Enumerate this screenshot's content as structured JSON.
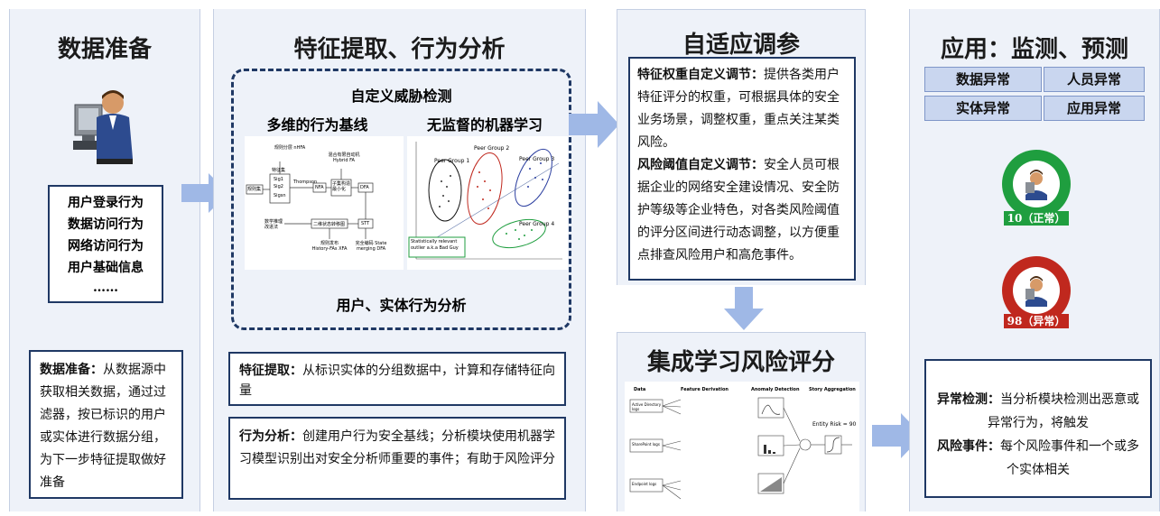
{
  "panel1": {
    "title": "数据准备",
    "list": [
      "用户登录行为",
      "数据访问行为",
      "网络访问行为",
      "用户基础信息",
      "……"
    ],
    "desc_bold": "数据准备：",
    "desc": "从数据源中获取相关数据，通过过滤器，按已标识的用户或实体进行数据分组，为下一步特征提取做好准备"
  },
  "panel2": {
    "title": "特征提取、行为分析",
    "dashed_title": "自定义威胁检测",
    "left_sub": "多维的行为基线",
    "right_sub": "无监督的机器学习",
    "bottom_label": "用户、实体行为分析",
    "flow_nodes": [
      "规则分层 nHFA",
      "特征集",
      "Sig1",
      "Sig2",
      "Sigsn",
      "规则集",
      "Thompson",
      "NFA",
      "子集构造 最小化",
      "DFA",
      "混合有限自动机 Hybrid FA",
      "数学推理 改进法",
      "二维状态转移图",
      "STT",
      "规则发布 History-FAs XFA",
      "完全编码 State merging DFA"
    ],
    "scatter_groups": [
      "Peer Group 1",
      "Peer Group 2",
      "Peer Group 3",
      "Peer Group 4"
    ],
    "outlier_note": "Statistically relevant outlier a.k.a Bad Guy",
    "feature_bold": "特征提取：",
    "feature_text": "从标识实体的分组数据中，计算和存储特征向量",
    "behavior_bold": "行为分析：",
    "behavior_text": "创建用户行为安全基线；分析模块使用机器学习模型识别出对安全分析师重要的事件；有助于风险评分"
  },
  "panel3": {
    "title": "自适应调参",
    "weight_bold": "特征权重自定义调节：",
    "weight_text": "提供各类用户特征评分的权重，可根据具体的安全业务场景，调整权重，重点关注某类风险。",
    "threshold_bold": "风险阈值自定义调节：",
    "threshold_text": "安全人员可根据企业的网络安全建设情况、安全防护等级等企业特色，对各类风险阈值的评分区间进行动态调整，以方便重点排查风险用户和高危事件。",
    "ensemble_title": "集成学习风险评分",
    "ensemble_cols": [
      "Data",
      "Feature Derivation",
      "Anomaly Detection",
      "Story Aggregation"
    ],
    "ensemble_inputs": [
      "Active Directory logs",
      "SharePoint logs",
      "Endpoint logs"
    ],
    "entity_risk": "Entity Risk = 90"
  },
  "panel4": {
    "title": "应用：监测、预测",
    "tags": [
      "数据异常",
      "人员异常",
      "实体异常",
      "应用异常"
    ],
    "gauge_normal": "10（正常）",
    "gauge_abnormal": "98（异常）",
    "detect_bold": "异常检测：",
    "detect_text": "当分析模块检测出恶意或异常行为，将触发",
    "event_bold": "风险事件：",
    "event_text": "每个风险事件和一个或多个实体相关"
  },
  "colors": {
    "panel_bg": "#eef2f9",
    "border": "#1f3864",
    "arrow": "#9fb8e6",
    "normal": "#1f9e3f",
    "abnormal": "#c0281e",
    "tag_bg": "#c9d6ef"
  }
}
